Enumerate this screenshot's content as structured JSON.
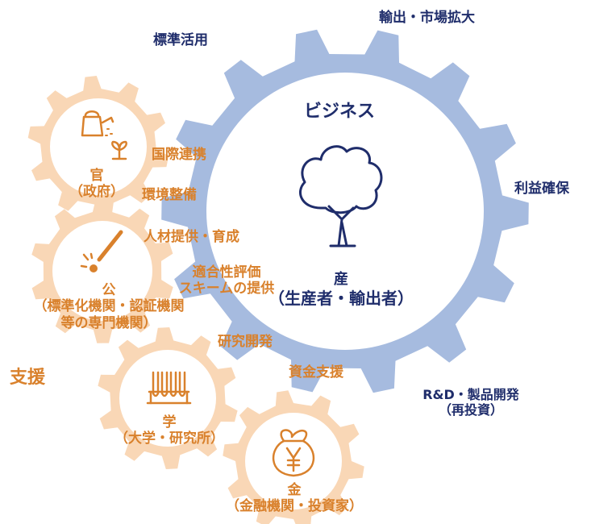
{
  "big_gear": {
    "title": "ビジネス",
    "center_line1": "産",
    "center_line2": "（生産者・輸出者）",
    "colors": {
      "gear": "#a6bbdf",
      "text": "#1f2d6b"
    }
  },
  "outer_labels": {
    "standard": "標準活用",
    "export": "輸出・市場拡大",
    "profit": "利益確保",
    "rd_line1": "R&D・製品開発",
    "rd_line2": "（再投資）"
  },
  "support": {
    "title": "支援",
    "international": "国際連携",
    "environment": "環境整備",
    "human": "人材提供・育成",
    "conformity_line1": "適合性評価",
    "conformity_line2": "スキームの提供",
    "research": "研究開発",
    "funding": "資金支援",
    "colors": {
      "gear": "#f9d7b6",
      "text": "#d9812c"
    }
  },
  "gears": {
    "gov": {
      "title": "官",
      "sub": "（政府）",
      "icon": "watering-can-sprout-icon"
    },
    "public": {
      "title": "公",
      "sub1": "（標準化機関・認証機関",
      "sub2": "等の専門機関）",
      "icon": "wand-icon"
    },
    "academia": {
      "title": "学",
      "sub": "（大学・研究所）",
      "icon": "test-tubes-icon"
    },
    "finance": {
      "title": "金",
      "sub": "（金融機関・投資家）",
      "icon": "money-bag-icon"
    }
  }
}
